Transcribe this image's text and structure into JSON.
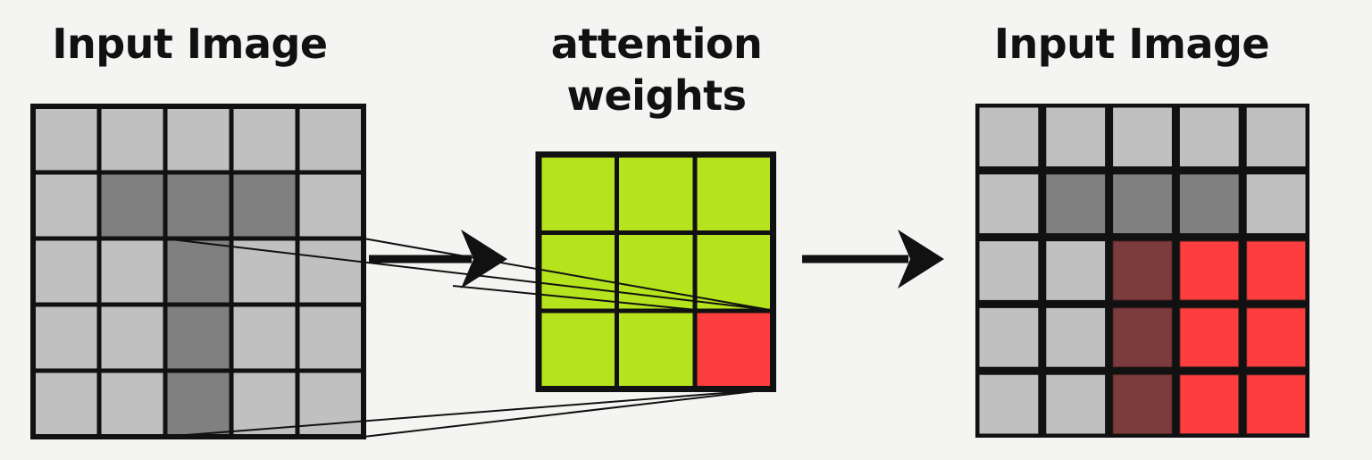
{
  "titles": {
    "left": "Input Image",
    "middle": "attention weights",
    "right": "Input Image"
  },
  "colors": {
    "background": "#f4f4f2",
    "grid_line": "#111111",
    "light_gray": "#c0c0c0",
    "dark_gray": "#808080",
    "green": "#b5e41f",
    "red": "#fe3e3e",
    "maroon": "#7a3c3c"
  },
  "input_grid": {
    "rows": 5,
    "cols": 5,
    "cells": [
      [
        "light",
        "light",
        "light",
        "light",
        "light"
      ],
      [
        "light",
        "dark",
        "dark",
        "dark",
        "light"
      ],
      [
        "light",
        "light",
        "dark",
        "light",
        "light"
      ],
      [
        "light",
        "light",
        "dark",
        "light",
        "light"
      ],
      [
        "light",
        "light",
        "dark",
        "light",
        "light"
      ]
    ]
  },
  "attention_grid": {
    "rows": 3,
    "cols": 3,
    "cells": [
      [
        "green",
        "green",
        "green"
      ],
      [
        "green",
        "green",
        "green"
      ],
      [
        "green",
        "green",
        "red"
      ]
    ]
  },
  "output_grid": {
    "rows": 5,
    "cols": 5,
    "cells": [
      [
        "light",
        "light",
        "light",
        "light",
        "light"
      ],
      [
        "light",
        "dark",
        "dark",
        "dark",
        "light"
      ],
      [
        "light",
        "light",
        "maroon",
        "red",
        "red"
      ],
      [
        "light",
        "light",
        "maroon",
        "red",
        "red"
      ],
      [
        "light",
        "light",
        "maroon",
        "red",
        "red"
      ]
    ]
  }
}
